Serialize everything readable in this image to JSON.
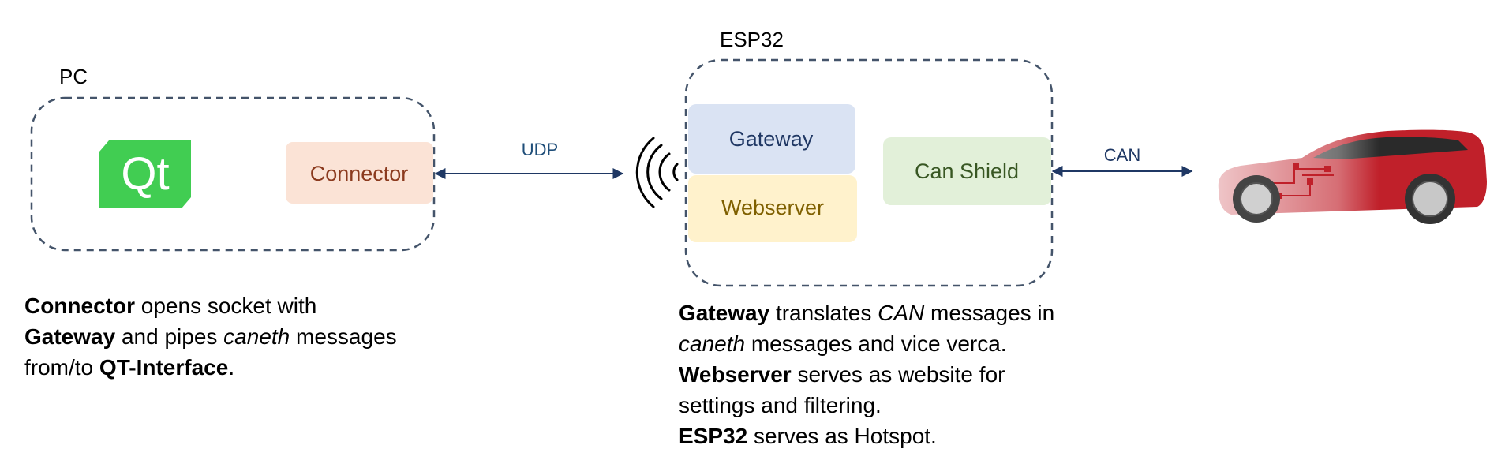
{
  "groups": {
    "pc": {
      "label": "PC"
    },
    "esp32": {
      "label": "ESP32"
    }
  },
  "nodes": {
    "qt_logo": {
      "text": "Qt",
      "color": "#41CD52"
    },
    "connector": {
      "label": "Connector",
      "fill": "#FBE3D6",
      "text_color": "#8B3A1E"
    },
    "gateway": {
      "label": "Gateway",
      "fill": "#DAE3F3",
      "text_color": "#203864"
    },
    "webserver": {
      "label": "Webserver",
      "fill": "#FFF2CC",
      "text_color": "#7F6000"
    },
    "can_shield": {
      "label": "Can Shield",
      "fill": "#E2F0D9",
      "text_color": "#385723"
    }
  },
  "edges": {
    "udp": {
      "label": "UDP",
      "label_color": "#1F4E79"
    },
    "can": {
      "label": "CAN",
      "label_color": "#1F3864"
    }
  },
  "icons": {
    "wireless": "wireless-signal-icon",
    "car": "car-icon"
  },
  "colors": {
    "group_border": "#44546A",
    "arrow": "#1F3864",
    "car_body": "#C0202A"
  },
  "descriptions": {
    "pc": {
      "line1": {
        "b1": "Connector",
        "t1": " opens socket with"
      },
      "line2": {
        "b1": "Gateway",
        "t1": " and pipes ",
        "i1": "caneth",
        "t2": " messages"
      },
      "line3": {
        "t1": "from/to ",
        "b1": "QT-Interface",
        "t2": "."
      }
    },
    "esp32": {
      "line1": {
        "b1": "Gateway",
        "t1": " translates ",
        "i1": "CAN",
        "t2": " messages in"
      },
      "line2": {
        "i1": "caneth",
        "t1": " messages and vice verca."
      },
      "line3": {
        "b1": "Webserver",
        "t1": " serves as website for"
      },
      "line4": {
        "t1": "settings and filtering."
      },
      "line5": {
        "b1": "ESP32",
        "t1": " serves as Hotspot."
      }
    }
  }
}
